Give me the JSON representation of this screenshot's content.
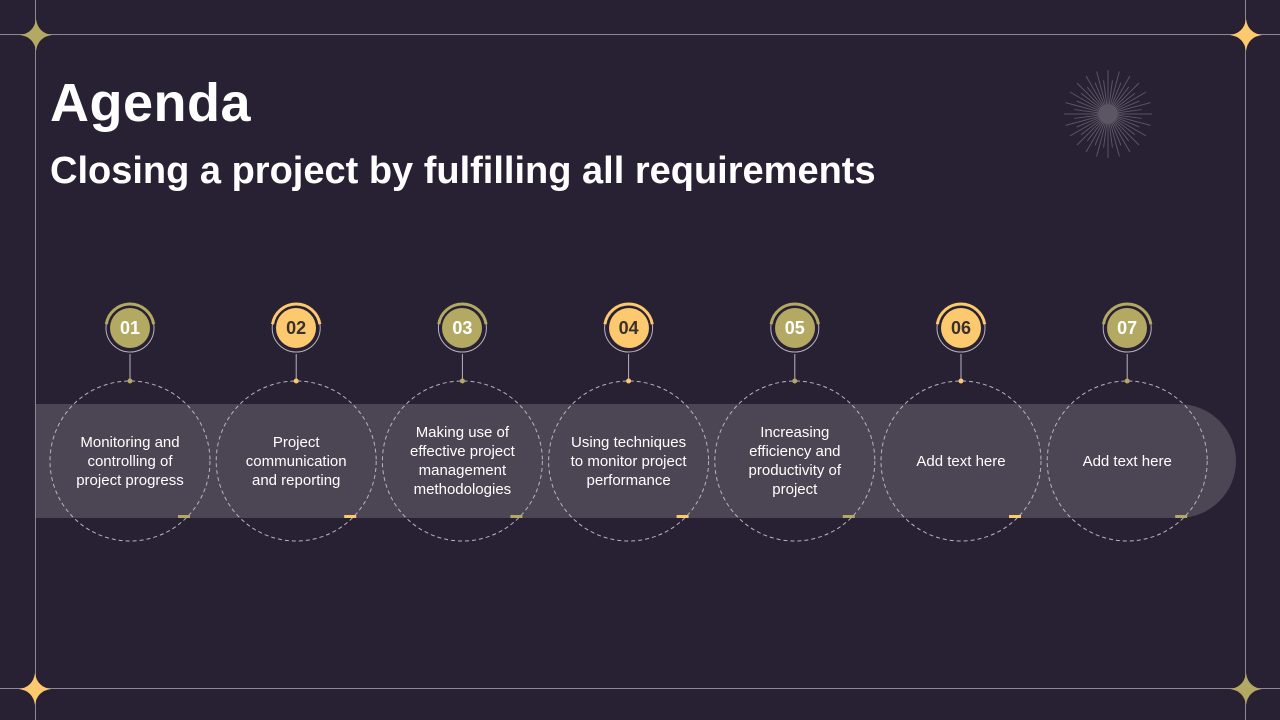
{
  "slide": {
    "title": "Agenda",
    "subtitle": "Closing a project by fulfilling all requirements"
  },
  "colors": {
    "background": "#282033",
    "band": "#4c4553",
    "olive": "#b3a963",
    "gold": "#fcc96e",
    "frame": "#8f8794"
  },
  "steps": [
    {
      "number": "01",
      "text": "Monitoring and controlling of project progress",
      "accent": "olive"
    },
    {
      "number": "02",
      "text": "Project communication and reporting",
      "accent": "gold"
    },
    {
      "number": "03",
      "text": "Making use of effective project management methodologies",
      "accent": "olive"
    },
    {
      "number": "04",
      "text": "Using techniques to monitor project performance",
      "accent": "gold"
    },
    {
      "number": "05",
      "text": "Increasing efficiency and productivity of project",
      "accent": "olive"
    },
    {
      "number": "06",
      "text": "Add text here",
      "accent": "gold"
    },
    {
      "number": "07",
      "text": "Add text here",
      "accent": "olive"
    }
  ]
}
